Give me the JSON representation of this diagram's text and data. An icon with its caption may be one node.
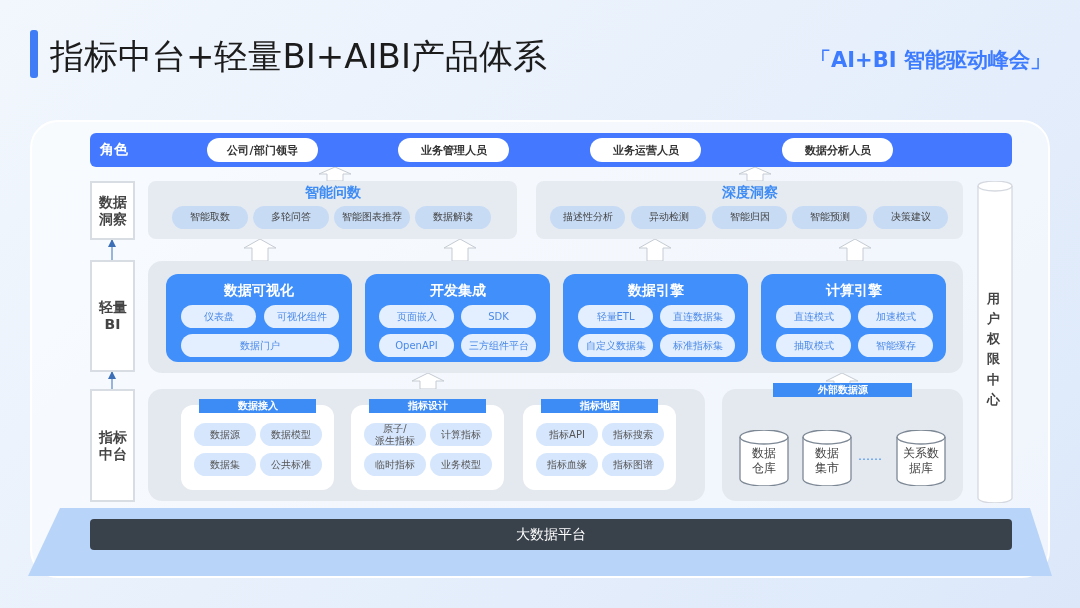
{
  "diagram": {
    "title": "指标中台+轻量BI+AIBI产品体系",
    "nodes": [
      {
        "text": [
          "角色"
        ]
      },
      {
        "text": [
          "公司/部门领导"
        ],
        "in": 0
      },
      {
        "text": [
          "业务管理人员"
        ],
        "in": 0
      },
      {
        "text": [
          "业务运营人员"
        ],
        "in": 0
      },
      {
        "text": [
          "数据分析人员"
        ],
        "in": 0
      },
      {
        "text": [
          "数据洞察"
        ]
      },
      {
        "text": [
          "智能问数"
        ]
      },
      {
        "text": [
          "智能取数"
        ],
        "in": 6
      },
      {
        "text": [
          "多轮问答"
        ],
        "in": 6
      },
      {
        "text": [
          "智能图表推荐"
        ],
        "in": 6
      },
      {
        "text": [
          "数据解读"
        ],
        "in": 6
      },
      {
        "text": [
          "深度洞察"
        ]
      },
      {
        "text": [
          "描述性分析"
        ],
        "in": 11
      },
      {
        "text": [
          "异动检测"
        ],
        "in": 11
      },
      {
        "text": [
          "智能归因"
        ],
        "in": 11
      },
      {
        "text": [
          "智能预测"
        ],
        "in": 11
      },
      {
        "text": [
          "决策建议"
        ],
        "in": 11
      },
      {
        "text": [
          "用户权限中心"
        ]
      },
      {
        "text": [
          "轻量BI"
        ]
      },
      {
        "text": [],
        "shape": "box"
      },
      {
        "text": [
          "数据可视化"
        ],
        "in": 19
      },
      {
        "text": [
          "仪表盘"
        ],
        "in": 20
      },
      {
        "text": [
          "可视化组件"
        ],
        "in": 20
      },
      {
        "text": [
          "数据门户"
        ],
        "in": 20
      },
      {
        "text": [
          "开发集成"
        ],
        "in": 19
      },
      {
        "text": [
          "页面嵌入"
        ],
        "in": 24
      },
      {
        "text": [
          "SDK"
        ],
        "in": 24
      },
      {
        "text": [
          "OpenAPI"
        ],
        "in": 24
      },
      {
        "text": [
          "三方组件平台"
        ],
        "in": 24
      },
      {
        "text": [
          "数据引擎"
        ],
        "in": 19
      },
      {
        "text": [
          "轻量ETL"
        ],
        "in": 29
      },
      {
        "text": [
          "直连数据集"
        ],
        "in": 29
      },
      {
        "text": [
          "自定义数据集"
        ],
        "in": 29
      },
      {
        "text": [
          "标准指标集"
        ],
        "in": 29
      },
      {
        "text": [
          "计算引擎"
        ],
        "in": 19
      },
      {
        "text": [
          "直连模式"
        ],
        "in": 34
      },
      {
        "text": [
          "加速模式"
        ],
        "in": 34
      },
      {
        "text": [
          "抽取模式"
        ],
        "in": 34
      },
      {
        "text": [
          "智能缓存"
        ],
        "in": 34
      },
      {
        "text": [
          "指标中台"
        ]
      },
      {
        "text": [],
        "shape": "box"
      },
      {
        "text": [
          "数据接入"
        ],
        "in": 40
      },
      {
        "text": [
          "数据源"
        ],
        "in": 41
      },
      {
        "text": [
          "数据模型"
        ],
        "in": 41
      },
      {
        "text": [
          "数据集"
        ],
        "in": 41
      },
      {
        "text": [
          "公共标准"
        ],
        "in": 41
      },
      {
        "text": [
          "指标设计"
        ],
        "in": 40
      },
      {
        "text": [
          "原子/派生指标"
        ],
        "in": 46
      },
      {
        "text": [
          "计算指标"
        ],
        "in": 46
      },
      {
        "text": [
          "临时指标"
        ],
        "in": 46
      },
      {
        "text": [
          "业务模型"
        ],
        "in": 46
      },
      {
        "text": [
          "指标地图"
        ],
        "in": 40
      },
      {
        "text": [
          "指标API"
        ],
        "in": 51
      },
      {
        "text": [
          "指标搜索"
        ],
        "in": 51
      },
      {
        "text": [
          "指标血缘"
        ],
        "in": 51
      },
      {
        "text": [
          "指标图谱"
        ],
        "in": 51
      },
      {
        "text": [
          "外部数据源"
        ]
      },
      {
        "text": [
          "数据仓库"
        ],
        "in": 56
      },
      {
        "text": [
          "数据集市"
        ],
        "in": 56
      },
      {
        "text": [
          "关系数据库"
        ],
        "in": 56
      },
      {
        "text": [
          "大数据平台"
        ]
      }
    ],
    "edges": [
      {
        "from": 6,
        "to": 0,
        "arrow": "to",
        "style": "thick"
      },
      {
        "from": 11,
        "to": 0,
        "arrow": "to",
        "style": "thick"
      },
      {
        "from": 19,
        "to": 6,
        "arrow": "to",
        "style": "thick"
      },
      {
        "from": 19,
        "to": 6,
        "arrow": "to",
        "style": "thick"
      },
      {
        "from": 19,
        "to": 11,
        "arrow": "to",
        "style": "thick"
      },
      {
        "from": 19,
        "to": 11,
        "arrow": "to",
        "style": "thick"
      },
      {
        "from": 40,
        "to": 19,
        "arrow": "to",
        "style": "thick"
      },
      {
        "from": 56,
        "to": 19,
        "arrow": "to",
        "style": "thick"
      },
      {
        "from": 39,
        "to": 18,
        "arrow": "to",
        "color": "#3d6fb6"
      },
      {
        "from": 18,
        "to": 5,
        "arrow": "to",
        "color": "#3d6fb6"
      }
    ],
    "labels": [
      "「AI+BI 智能驱动峰会」",
      "……"
    ]
  }
}
